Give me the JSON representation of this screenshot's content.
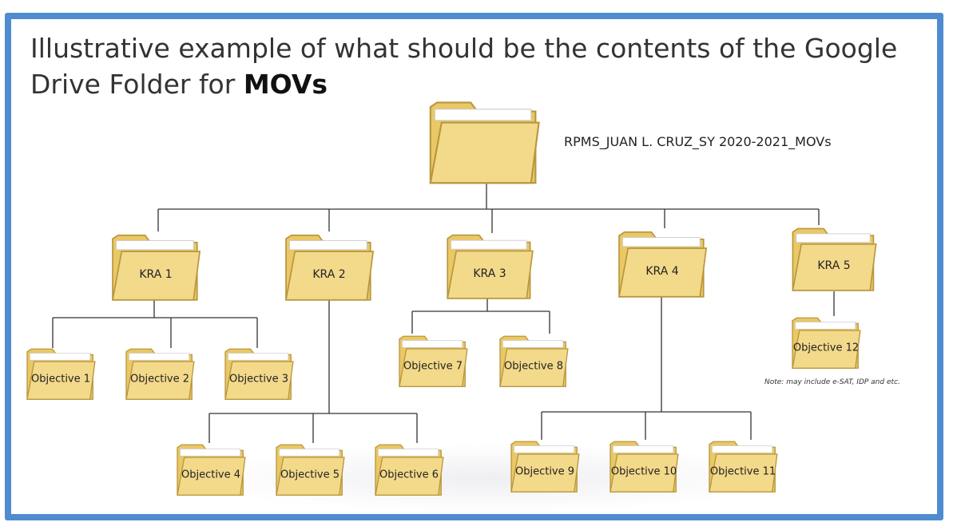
{
  "slide": {
    "title_text": "Illustrative example of what should be the contents of the Google Drive Folder for ",
    "title_bold": "MOVs"
  },
  "root_folder": {
    "label": "RPMS_JUAN L. CRUZ_SY 2020-2021_MOVs"
  },
  "kra_folders": [
    {
      "label": "KRA 1"
    },
    {
      "label": "KRA 2"
    },
    {
      "label": "KRA 3"
    },
    {
      "label": "KRA 4"
    },
    {
      "label": "KRA 5"
    }
  ],
  "objective_folders": [
    {
      "label": "Objective 1"
    },
    {
      "label": "Objective 2"
    },
    {
      "label": "Objective 3"
    },
    {
      "label": "Objective 4"
    },
    {
      "label": "Objective 5"
    },
    {
      "label": "Objective 6"
    },
    {
      "label": "Objective 7"
    },
    {
      "label": "Objective 8"
    },
    {
      "label": "Objective 9"
    },
    {
      "label": "Objective 10"
    },
    {
      "label": "Objective 11"
    },
    {
      "label": "Objective 12"
    }
  ],
  "note": "Note: may include e-SAT, IDP and etc.",
  "colors": {
    "folder_front": "#f3d98a",
    "folder_back": "#e9c865",
    "folder_outline": "#b8963c",
    "connector": "#333333",
    "frame": "#4f8ccf"
  },
  "icons": {
    "folder": "folder-icon"
  }
}
